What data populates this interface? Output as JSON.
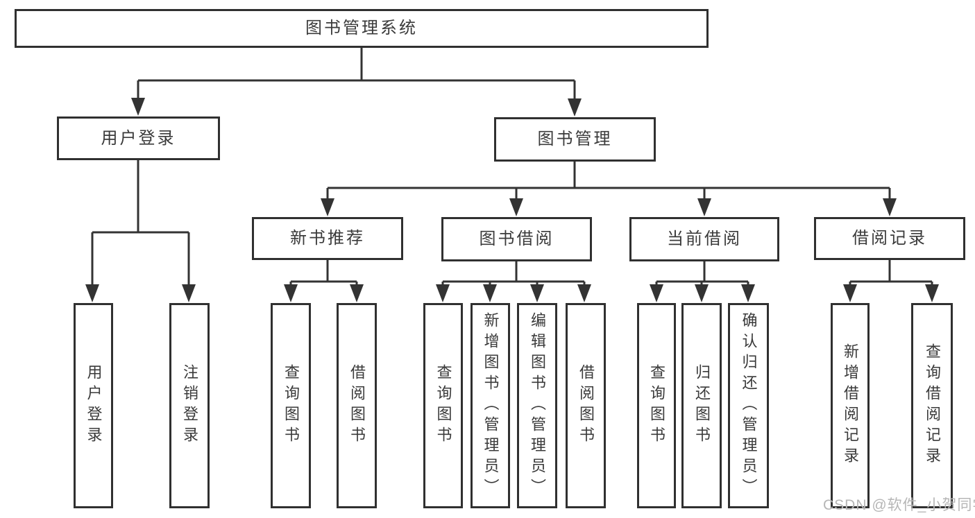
{
  "diagram": {
    "root": {
      "label": "图书管理系统"
    },
    "branches": [
      {
        "label": "用户登录",
        "leaves": [
          {
            "label": "用户登录"
          },
          {
            "label": "注销登录"
          }
        ]
      },
      {
        "label": "图书管理",
        "groups": [
          {
            "label": "新书推荐",
            "leaves": [
              {
                "label": "查询图书"
              },
              {
                "label": "借阅图书"
              }
            ]
          },
          {
            "label": "图书借阅",
            "leaves": [
              {
                "label": "查询图书"
              },
              {
                "label": "新增图书（管理员）"
              },
              {
                "label": "编辑图书（管理员）"
              },
              {
                "label": "借阅图书"
              }
            ]
          },
          {
            "label": "当前借阅",
            "leaves": [
              {
                "label": "查询图书"
              },
              {
                "label": "归还图书"
              },
              {
                "label": "确认归还（管理员）"
              }
            ]
          },
          {
            "label": "借阅记录",
            "leaves": [
              {
                "label": "新增借阅记录"
              },
              {
                "label": "查询借阅记录"
              }
            ]
          }
        ]
      }
    ]
  },
  "watermark": {
    "text": "CSDN @软件_小贺同学"
  },
  "colors": {
    "background": "#ffffff",
    "box_border": "#303030",
    "line": "#333333",
    "text": "#3a3a3a",
    "watermark": "#b6b6b6"
  }
}
